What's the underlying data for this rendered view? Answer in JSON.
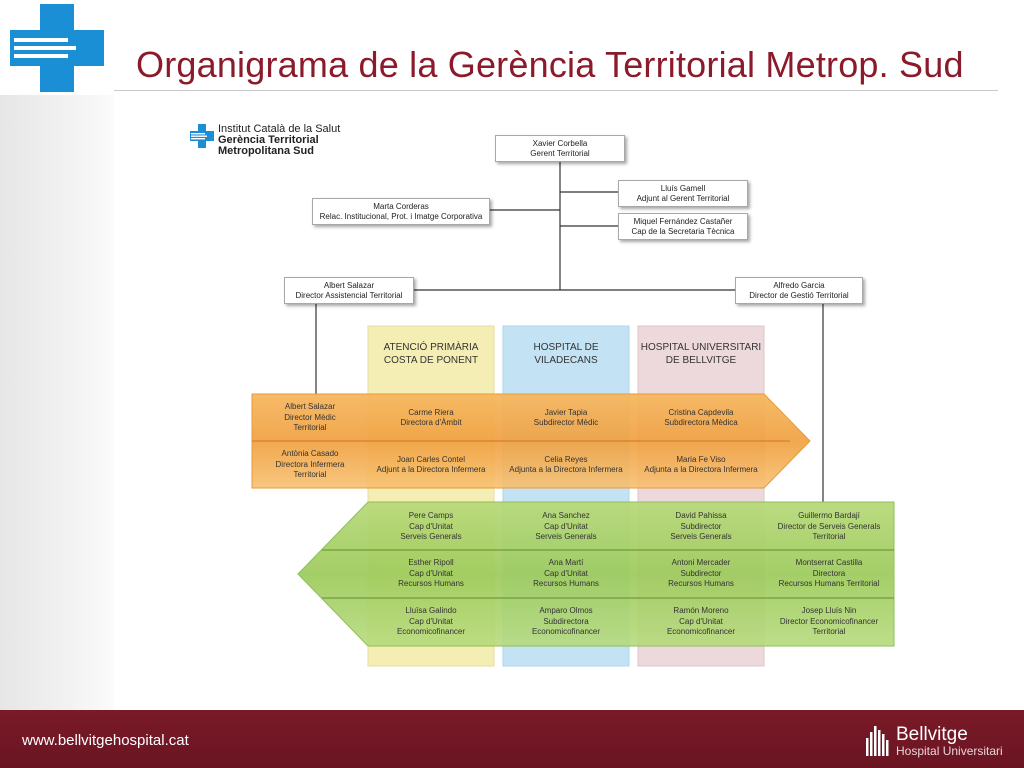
{
  "header": {
    "title": "Organigrama de la Gerència Territorial Metrop. Sud"
  },
  "institution": {
    "line1": "Institut Català de la Salut",
    "line2": "Gerència Territorial",
    "line3": "Metropolitana Sud"
  },
  "nodes": {
    "gerent": {
      "name": "Xavier Corbella",
      "role": "Gerent Territorial"
    },
    "adjunt": {
      "name": "Lluís Gamell",
      "role": "Adjunt al Gerent Territorial"
    },
    "secretaria": {
      "name": "Miquel Fernández Castañer",
      "role": "Cap de la Secretaria Tècnica"
    },
    "relacions": {
      "name": "Marta Corderas",
      "role": "Relac. Institucional, Prot. i Imatge Corporativa"
    },
    "assistencial": {
      "name": "Albert Salazar",
      "role": "Director Assistencial Territorial"
    },
    "gestio": {
      "name": "Alfredo Garcia",
      "role": "Director de Gestió Territorial"
    }
  },
  "columns": {
    "c1": {
      "line1": "ATENCIÓ PRIMÀRIA",
      "line2": "COSTA DE PONENT"
    },
    "c2": {
      "line1": "HOSPITAL DE",
      "line2": "VILADECANS"
    },
    "c3": {
      "line1": "HOSPITAL UNIVERSITARI",
      "line2": "DE BELLVITGE"
    }
  },
  "orange": {
    "r1": {
      "label": {
        "l1": "Albert Salazar",
        "l2": "Director Mèdic",
        "l3": "Territorial"
      },
      "c1": {
        "l1": "Carme Riera",
        "l2": "Directora d'Àmbit"
      },
      "c2": {
        "l1": "Javier Tapia",
        "l2": "Subdirector Mèdic"
      },
      "c3": {
        "l1": "Cristina Capdevila",
        "l2": "Subdirectora Mèdica"
      }
    },
    "r2": {
      "label": {
        "l1": "Antònia Casado",
        "l2": "Directora Infermera",
        "l3": "Territorial"
      },
      "c1": {
        "l1": "Joan Carles Contel",
        "l2": "Adjunt a la Directora Infermera"
      },
      "c2": {
        "l1": "Celia Reyes",
        "l2": "Adjunta a la Directora Infermera"
      },
      "c3": {
        "l1": "Maria Fe Viso",
        "l2": "Adjunta a la Directora Infermera"
      }
    }
  },
  "green": {
    "r1": {
      "c1": {
        "l1": "Pere Camps",
        "l2": "Cap d'Unitat",
        "l3": "Serveis Generals"
      },
      "c2": {
        "l1": "Ana Sanchez",
        "l2": "Cap d'Unitat",
        "l3": "Serveis Generals"
      },
      "c3": {
        "l1": "David Pahissa",
        "l2": "Subdirector",
        "l3": "Serveis Generals"
      },
      "c4": {
        "l1": "Guillermo Bardají",
        "l2": "Director de Serveis Generals",
        "l3": "Territorial"
      }
    },
    "r2": {
      "c1": {
        "l1": "Esther Ripoll",
        "l2": "Cap d'Unitat",
        "l3": "Recursos Humans"
      },
      "c2": {
        "l1": "Ana Martí",
        "l2": "Cap d'Unitat",
        "l3": "Recursos Humans"
      },
      "c3": {
        "l1": "Antoni Mercader",
        "l2": "Subdirector",
        "l3": "Recursos Humans"
      },
      "c4": {
        "l1": "Montserrat Castilla",
        "l2": "Directora",
        "l3": "Recursos Humans Territorial"
      }
    },
    "r3": {
      "c1": {
        "l1": "Lluïsa Galindo",
        "l2": "Cap d'Unitat",
        "l3": "Economicofinancer"
      },
      "c2": {
        "l1": "Amparo Olmos",
        "l2": "Subdirectora",
        "l3": "Economicofinancer"
      },
      "c3": {
        "l1": "Ramón Moreno",
        "l2": "Cap d'Unitat",
        "l3": "Economicofinancer"
      },
      "c4": {
        "l1": "Josep Lluís Nin",
        "l2": "Director Economicofinancer",
        "l3": "Territorial"
      }
    }
  },
  "footer": {
    "url": "www.bellvitgehospital.cat",
    "brand_name": "Bellvitge",
    "brand_sub": "Hospital Universitari"
  },
  "colors": {
    "title": "#8b1a2b",
    "footer": "#6e1624",
    "logo_blue": "#1a8fd6",
    "orange": "#f2a24a",
    "green": "#a9d06a",
    "col_yellow": "#f5eeb0",
    "col_blue": "#bfe0f3",
    "col_pink": "#ecd6da"
  }
}
